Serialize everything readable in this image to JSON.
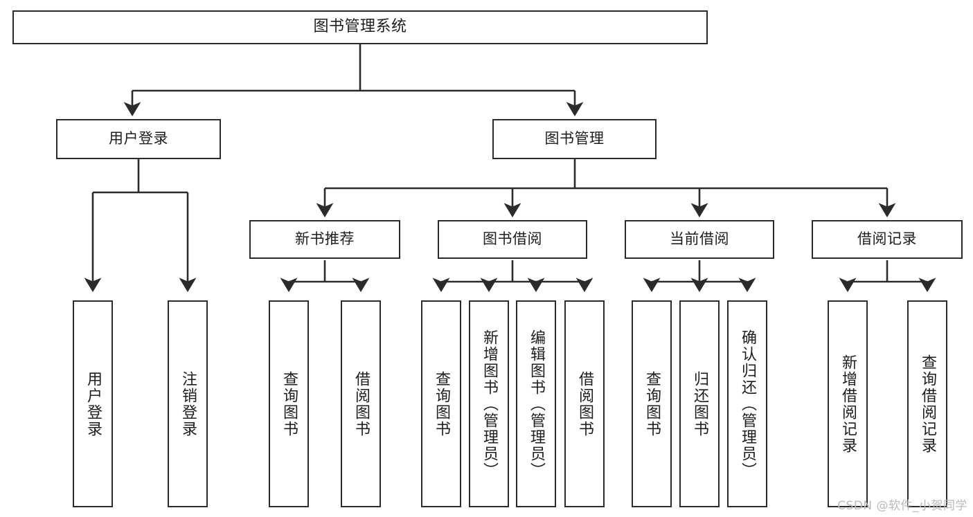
{
  "diagram": {
    "type": "tree",
    "title": "图书管理系统",
    "watermark": "CSDN @软件_小贺同学",
    "colors": {
      "stroke": "#2b2b2b",
      "fill": "#ffffff",
      "text": "#1d1d1d",
      "watermark": "#b9b9b9"
    },
    "nodes": {
      "root": {
        "label": "图书管理系统"
      },
      "level2": [
        {
          "id": "user-login",
          "label": "用户登录"
        },
        {
          "id": "book-manage",
          "label": "图书管理"
        }
      ],
      "level3": [
        {
          "id": "new-book-recommend",
          "label": "新书推荐"
        },
        {
          "id": "book-borrow",
          "label": "图书借阅"
        },
        {
          "id": "current-borrow",
          "label": "当前借阅"
        },
        {
          "id": "borrow-record",
          "label": "借阅记录"
        }
      ],
      "leaves": [
        {
          "id": "leaf-user-login",
          "label": "用户登录",
          "parent": "user-login"
        },
        {
          "id": "leaf-logout",
          "label": "注销登录",
          "parent": "user-login"
        },
        {
          "id": "leaf-query-book-1",
          "label": "查询图书",
          "parent": "new-book-recommend"
        },
        {
          "id": "leaf-borrow-book-1",
          "label": "借阅图书",
          "parent": "new-book-recommend"
        },
        {
          "id": "leaf-query-book-2",
          "label": "查询图书",
          "parent": "book-borrow"
        },
        {
          "id": "leaf-add-book",
          "label": "新增图书（管理员）",
          "parent": "book-borrow"
        },
        {
          "id": "leaf-edit-book",
          "label": "编辑图书（管理员）",
          "parent": "book-borrow"
        },
        {
          "id": "leaf-borrow-book-2",
          "label": "借阅图书",
          "parent": "book-borrow"
        },
        {
          "id": "leaf-query-book-3",
          "label": "查询图书",
          "parent": "current-borrow"
        },
        {
          "id": "leaf-return-book",
          "label": "归还图书",
          "parent": "current-borrow"
        },
        {
          "id": "leaf-confirm-return",
          "label": "确认归还（管理员）",
          "parent": "current-borrow"
        },
        {
          "id": "leaf-add-record",
          "label": "新增借阅记录",
          "parent": "borrow-record"
        },
        {
          "id": "leaf-query-record",
          "label": "查询借阅记录",
          "parent": "borrow-record"
        }
      ]
    }
  }
}
